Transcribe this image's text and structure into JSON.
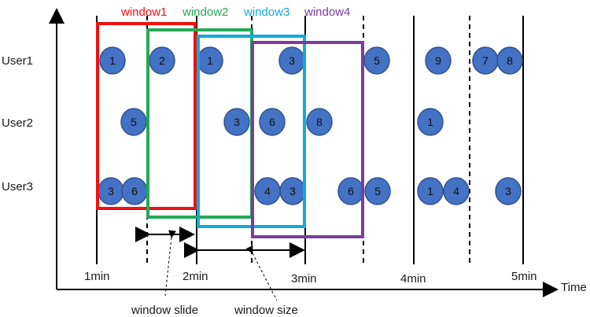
{
  "rows": [
    {
      "key": "user1",
      "label": "User1"
    },
    {
      "key": "user2",
      "label": "User2"
    },
    {
      "key": "user3",
      "label": "User3"
    }
  ],
  "axis": {
    "x_label": "Time"
  },
  "ticks": [
    "1min",
    "2min",
    "3min",
    "4min",
    "5min"
  ],
  "windows": [
    {
      "label": "window1",
      "color": "#ee1111"
    },
    {
      "label": "window2",
      "color": "#22aa55"
    },
    {
      "label": "window3",
      "color": "#11aadd"
    },
    {
      "label": "window4",
      "color": "#7a3d9a"
    }
  ],
  "annotations": {
    "slide": "window slide",
    "size": "window size"
  },
  "events": {
    "user1": [
      "1",
      "2",
      "1",
      "3",
      "5",
      "9",
      "7",
      "8"
    ],
    "user2": [
      "5",
      "3",
      "6",
      "8",
      "1"
    ],
    "user3": [
      "3",
      "6",
      "4",
      "3",
      "6",
      "5",
      "1",
      "4",
      "3"
    ]
  },
  "colors": {
    "event_fill": "#4472c4",
    "event_stroke": "#2f528f",
    "axis": "#000000"
  }
}
